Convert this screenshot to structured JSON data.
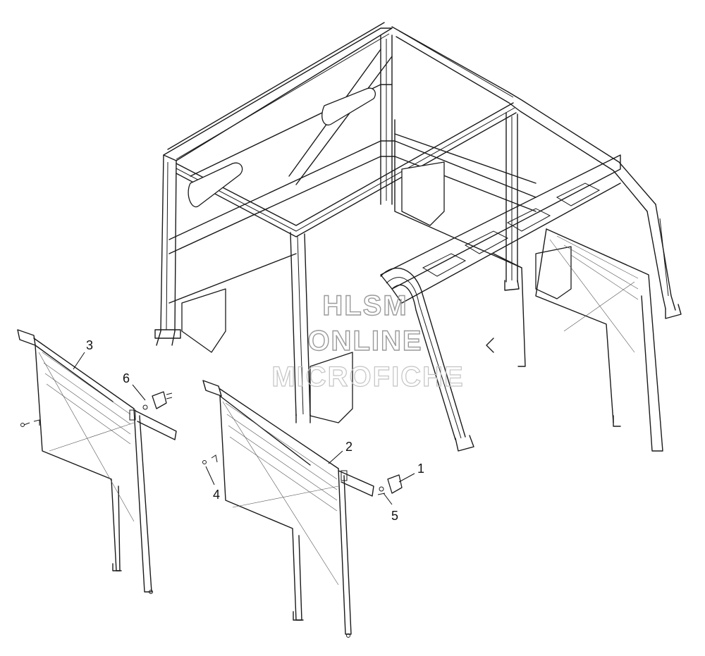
{
  "watermark": {
    "line1": "HLSM",
    "line2": "ONLINE",
    "line3": "MICROFICHE"
  },
  "callouts": [
    {
      "id": "1",
      "label": "1"
    },
    {
      "id": "2",
      "label": "2"
    },
    {
      "id": "3",
      "label": "3"
    },
    {
      "id": "4",
      "label": "4"
    },
    {
      "id": "5",
      "label": "5"
    },
    {
      "id": "6",
      "label": "6"
    }
  ]
}
